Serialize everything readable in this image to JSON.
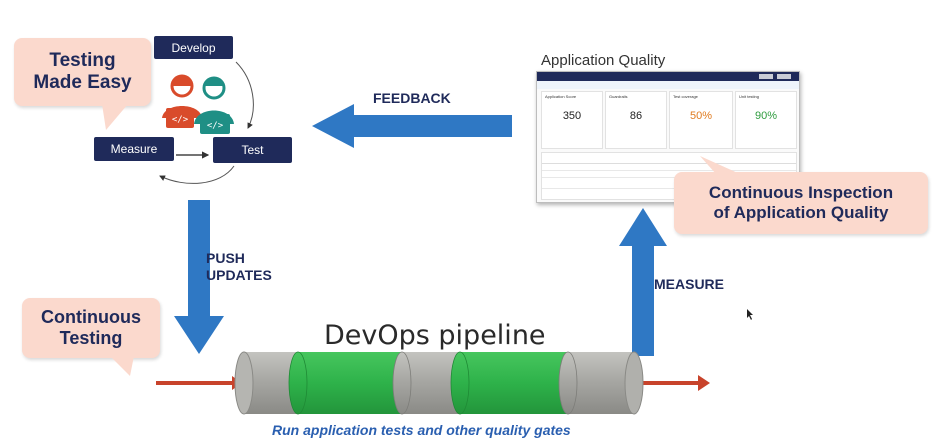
{
  "cycle": {
    "develop": "Develop",
    "measure": "Measure",
    "test": "Test",
    "icon_left": "</>",
    "icon_right": "</>"
  },
  "callouts": {
    "testing_made_easy": [
      "Testing",
      "Made Easy"
    ],
    "continuous_testing": [
      "Continuous",
      "Testing"
    ],
    "continuous_inspection": [
      "Continuous Inspection",
      "of Application Quality"
    ]
  },
  "labels": {
    "feedback": "FEEDBACK",
    "push_updates": [
      "PUSH",
      "UPDATES"
    ],
    "measure_arrow": "MEASURE",
    "pipeline_title": "DevOps pipeline",
    "pipeline_caption": "Run application tests and other quality gates"
  },
  "app_quality": {
    "title": "Application Quality",
    "cards": [
      {
        "title": "Application Score",
        "value": "350"
      },
      {
        "title": "Guardrails",
        "value": "86"
      },
      {
        "title": "Test coverage",
        "value": "50%"
      },
      {
        "title": "Unit testing",
        "value": "90%"
      }
    ]
  },
  "colors": {
    "navy": "#1f2a5a",
    "blue_arrow": "#2f78c4",
    "callout": "#fbd9cd",
    "pipe_gray": "#a3a3a0",
    "pipe_green": "#2eb24a",
    "red_arrow": "#c8432b",
    "caption_blue": "#2a5fb0"
  }
}
